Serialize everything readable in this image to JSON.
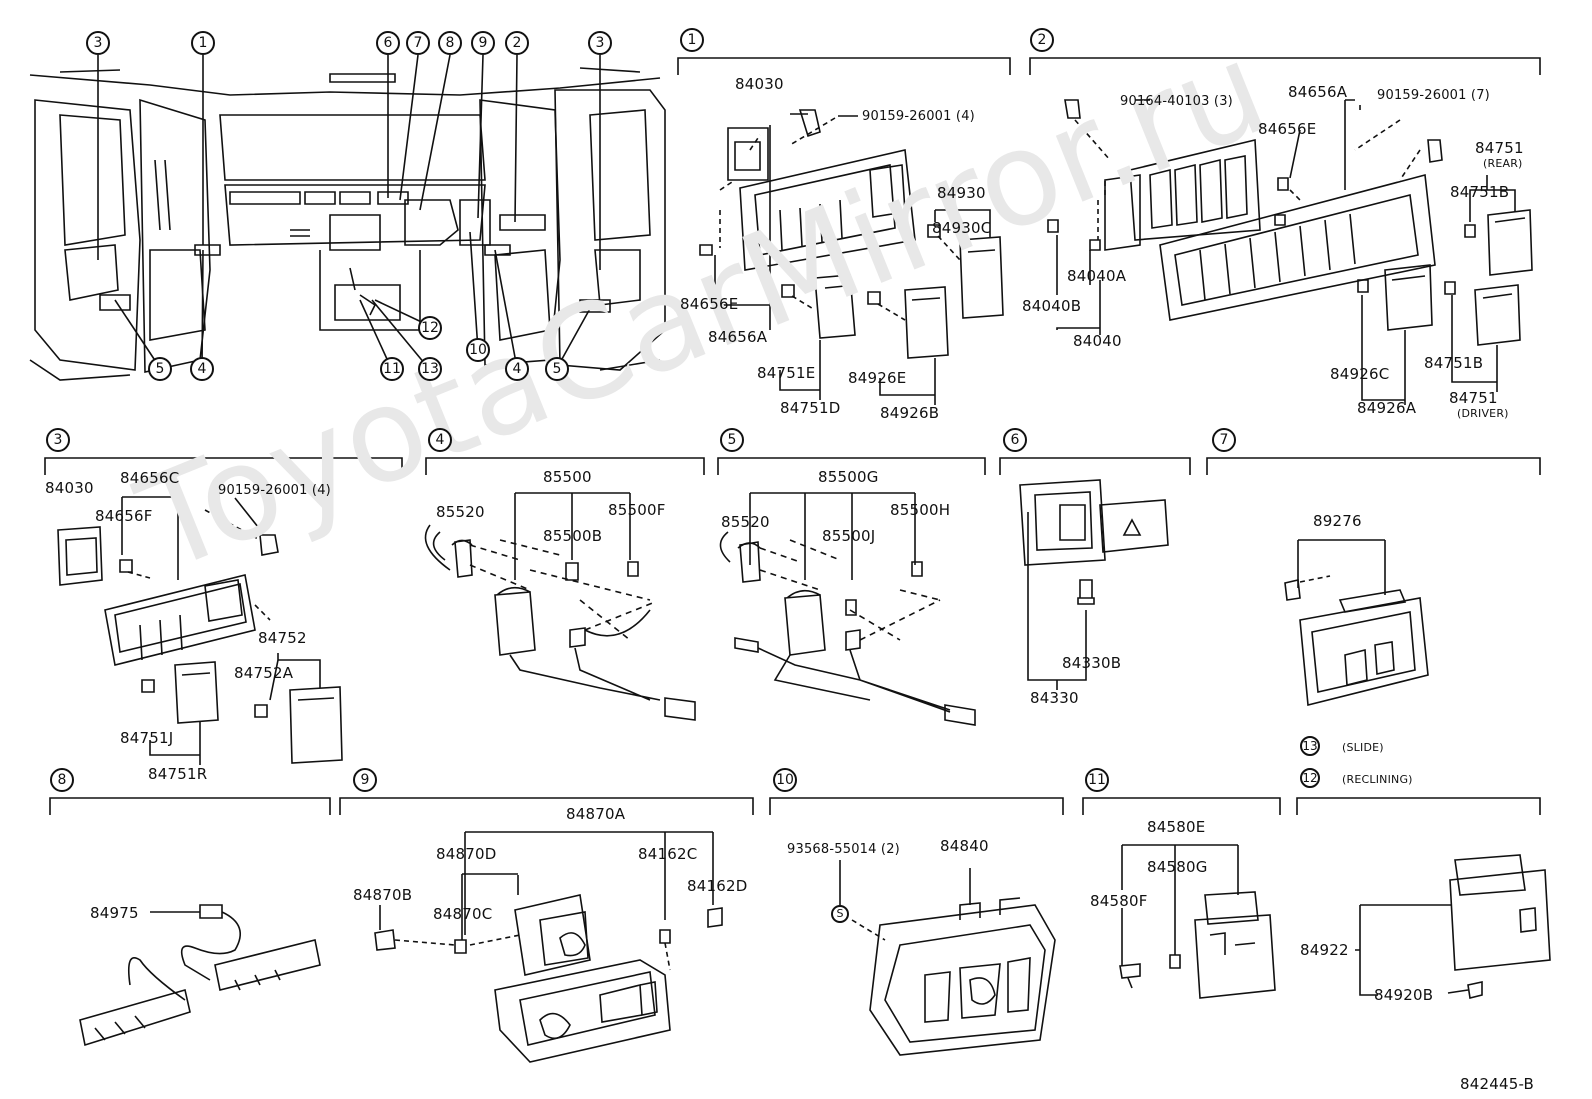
{
  "watermark": "ToyotaCarMirror.ru",
  "diagram_code": "842445-B",
  "overview": {
    "callouts_top": [
      "3",
      "1",
      "6",
      "7",
      "8",
      "9",
      "2",
      "3"
    ],
    "callouts_bottom": [
      "5",
      "4",
      "12",
      "11",
      "13",
      "10",
      "4",
      "5"
    ]
  },
  "sections": {
    "s1": {
      "num": "1",
      "labels": [
        "84030",
        "90159-26001 (4)",
        "84930",
        "84930C",
        "84656E",
        "84656A",
        "84751E",
        "84751D",
        "84926E",
        "84926B"
      ]
    },
    "s2": {
      "num": "2",
      "labels": [
        "90164-40103 (3)",
        "84656A",
        "84656E",
        "90159-26001 (7)",
        "84751",
        "(REAR)",
        "84751B",
        "84040A",
        "84040B",
        "84040",
        "84926C",
        "84926A",
        "84751B",
        "84751",
        "(DRIVER)"
      ]
    },
    "s3": {
      "num": "3",
      "labels": [
        "84030",
        "84656C",
        "84656F",
        "90159-26001 (4)",
        "84752",
        "84752A",
        "84751J",
        "84751R"
      ]
    },
    "s4": {
      "num": "4",
      "labels": [
        "85500",
        "85520",
        "85500B",
        "85500F"
      ]
    },
    "s5": {
      "num": "5",
      "labels": [
        "85500G",
        "85520",
        "85500J",
        "85500H"
      ]
    },
    "s6": {
      "num": "6",
      "labels": [
        "84330B",
        "84330"
      ]
    },
    "s7": {
      "num": "7",
      "labels": [
        "89276"
      ]
    },
    "notes": {
      "n13": "13",
      "n13_text": "(SLIDE)",
      "n12": "12",
      "n12_text": "(RECLINING)"
    },
    "s8": {
      "num": "8",
      "labels": [
        "84975"
      ]
    },
    "s9": {
      "num": "9",
      "labels": [
        "84870A",
        "84870D",
        "84162C",
        "84162D",
        "84870B",
        "84870C"
      ]
    },
    "s10": {
      "num": "10",
      "labels": [
        "93568-55014 (2)",
        "84840"
      ],
      "sym": "S"
    },
    "s11": {
      "num": "11",
      "labels": [
        "84580E",
        "84580G",
        "84580F"
      ]
    },
    "s12": {
      "labels": [
        "84922",
        "84920B"
      ]
    }
  }
}
